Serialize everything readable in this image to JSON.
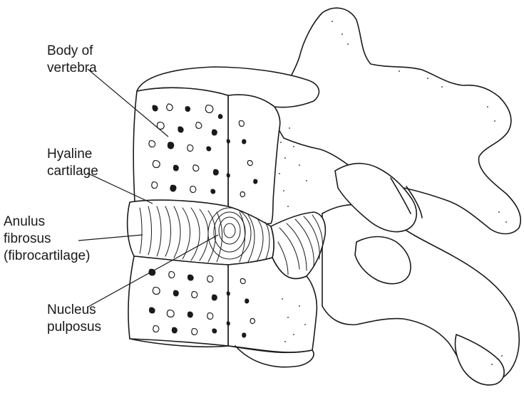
{
  "labels": {
    "body_of_vertebra": [
      "Body of",
      "vertebra"
    ],
    "hyaline_cartilage": [
      "Hyaline",
      "cartilage"
    ],
    "anulus_fibrosus": [
      "Anulus",
      "fibrosus",
      "(fibrocartilage)"
    ],
    "nucleus_pulposus": [
      "Nucleus",
      "pulposus"
    ]
  }
}
